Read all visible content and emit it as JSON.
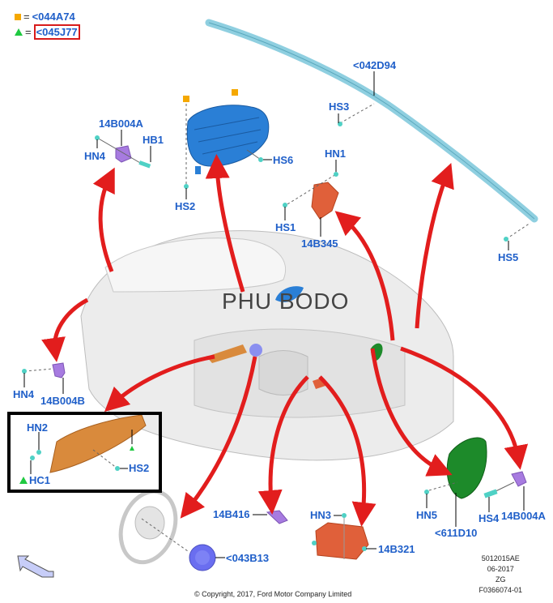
{
  "legend": [
    {
      "symbol": "orange-square",
      "color": "#f5a800",
      "text": "<044A74",
      "highlighted": false
    },
    {
      "symbol": "green-triangle",
      "color": "#1fc940",
      "text": "<045J77",
      "highlighted": true
    }
  ],
  "watermark": "PHU BODO",
  "labels": {
    "b14b004a_top": "14B004A",
    "hb1": "HB1",
    "hn4_top": "HN4",
    "hs6": "HS6",
    "hs2_top": "HS2",
    "c042d94": "<042D94",
    "hs3": "HS3",
    "hn1": "HN1",
    "hs1": "HS1",
    "b14b345": "14B345",
    "hs5": "HS5",
    "hn4_left": "HN4",
    "b14b004b": "14B004B",
    "hn2": "HN2",
    "hc1": "HC1",
    "hs2_box": "HS2",
    "b14b416": "14B416",
    "hn3": "HN3",
    "b14b321": "14B321",
    "c043b13": "<043B13",
    "hn5": "HN5",
    "hs4": "HS4",
    "b14b004a_right": "14B004A",
    "c611d10": "<611D10"
  },
  "meta": {
    "code": "5012015AE",
    "date": "06-2017",
    "region": "ZG",
    "figure": "F0366074-01"
  },
  "copyright": "© Copyright, 2017, Ford Motor Company Limited",
  "colors": {
    "label_blue": "#1f5fc9",
    "arrow_red": "#e21d1d",
    "curtain_airbag": "#8fcfe0",
    "passenger_airbag": "#2a7fd6",
    "sensor_purple": "#a77be0",
    "module_orange": "#e0603a",
    "knee_airbag": "#d98a3c",
    "seat_airbag": "#1d8a2a"
  }
}
